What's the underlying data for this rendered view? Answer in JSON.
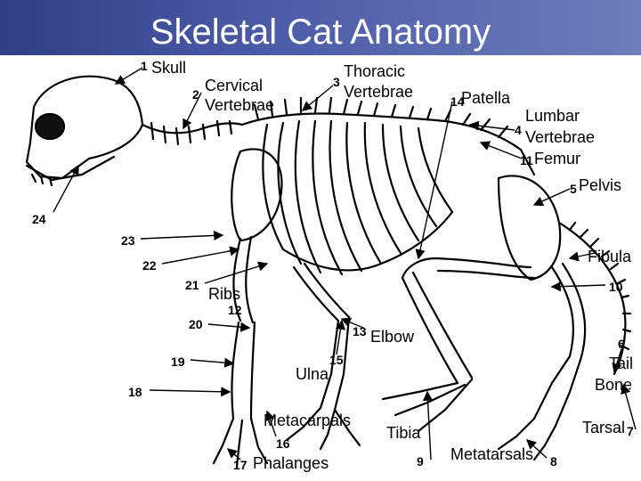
{
  "title": "Skeletal Cat Anatomy",
  "labels": {
    "skull": "Skull",
    "cervical": "Cervical",
    "cervical2": "Vertebrae",
    "thoracic": "Thoracic",
    "thoracic2": "Vertebrae",
    "patella": "Patella",
    "lumbar": "Lumbar",
    "lumbar2": "Vertebrae",
    "femur": "Femur",
    "pelvis": "Pelvis",
    "fibula": "Fibula",
    "ribs": "Ribs",
    "elbow": "Elbow",
    "ulna": "Ulna",
    "tail": "Tail",
    "tail2": "Bone",
    "metacarpals": "Metacarpals",
    "tibia": "Tibia",
    "tarsal": "Tarsal",
    "metatarsals": "Metatarsals",
    "phalanges": "Phalanges"
  },
  "numbers": {
    "n1": "1",
    "n2": "2",
    "n3": "3",
    "n4": "4",
    "n5": "5",
    "n6": "6",
    "n7": "7",
    "n8": "8",
    "n9": "9",
    "n10": "10",
    "n11": "11",
    "n12": "12",
    "n13": "13",
    "n14": "14",
    "n15": "15",
    "n16": "16",
    "n17": "17",
    "n18": "18",
    "n19": "19",
    "n20": "20",
    "n21": "21",
    "n22": "22",
    "n23": "23",
    "n24": "24"
  }
}
